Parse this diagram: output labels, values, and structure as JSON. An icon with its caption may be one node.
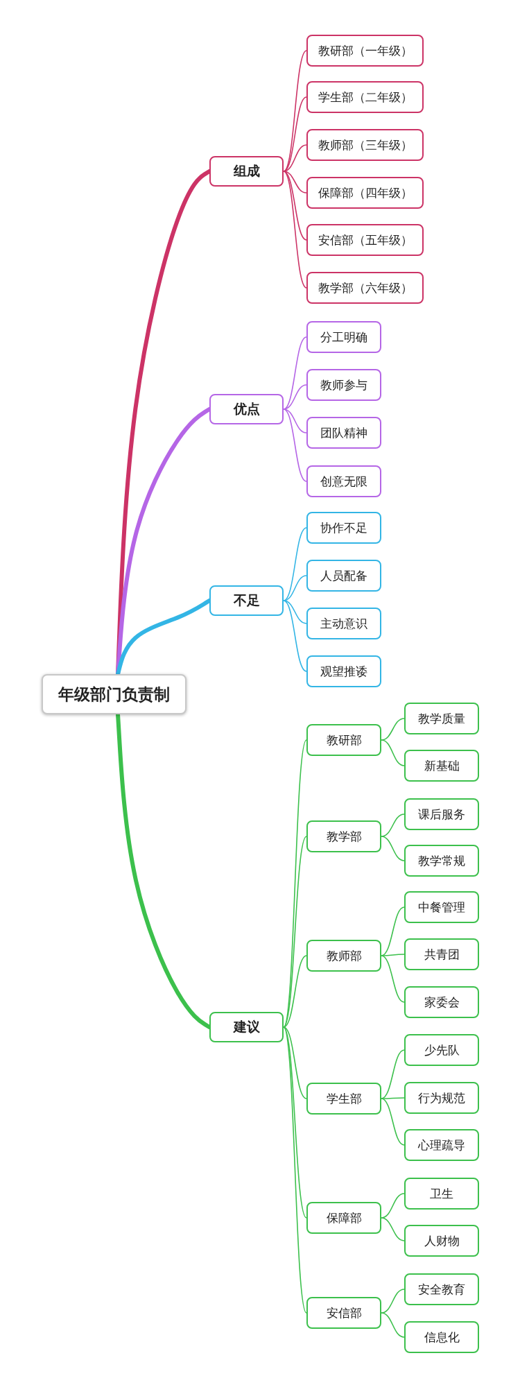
{
  "diagram": {
    "nodes": [
      {
        "text": [
          "年级部门负责制"
        ]
      },
      {
        "text": [
          "组成"
        ]
      },
      {
        "text": [
          "教研部（一年级）"
        ]
      },
      {
        "text": [
          "学生部（二年级）"
        ]
      },
      {
        "text": [
          "教师部（三年级）"
        ]
      },
      {
        "text": [
          "保障部（四年级）"
        ]
      },
      {
        "text": [
          "安信部（五年级）"
        ]
      },
      {
        "text": [
          "教学部（六年级）"
        ]
      },
      {
        "text": [
          "优点"
        ]
      },
      {
        "text": [
          "分工明确"
        ]
      },
      {
        "text": [
          "教师参与"
        ]
      },
      {
        "text": [
          "团队精神"
        ]
      },
      {
        "text": [
          "创意无限"
        ]
      },
      {
        "text": [
          "不足"
        ]
      },
      {
        "text": [
          "协作不足"
        ]
      },
      {
        "text": [
          "人员配备"
        ]
      },
      {
        "text": [
          "主动意识"
        ]
      },
      {
        "text": [
          "观望推诿"
        ]
      },
      {
        "text": [
          "建议"
        ]
      },
      {
        "text": [
          "教研部"
        ]
      },
      {
        "text": [
          "教学质量"
        ]
      },
      {
        "text": [
          "新基础"
        ]
      },
      {
        "text": [
          "教学部"
        ]
      },
      {
        "text": [
          "课后服务"
        ]
      },
      {
        "text": [
          "教学常规"
        ]
      },
      {
        "text": [
          "教师部"
        ]
      },
      {
        "text": [
          "中餐管理"
        ]
      },
      {
        "text": [
          "共青团"
        ]
      },
      {
        "text": [
          "家委会"
        ]
      },
      {
        "text": [
          "学生部"
        ]
      },
      {
        "text": [
          "少先队"
        ]
      },
      {
        "text": [
          "行为规范"
        ]
      },
      {
        "text": [
          "心理疏导"
        ]
      },
      {
        "text": [
          "保障部"
        ]
      },
      {
        "text": [
          "卫生"
        ]
      },
      {
        "text": [
          "人财物"
        ]
      },
      {
        "text": [
          "安信部"
        ]
      },
      {
        "text": [
          "安全教育"
        ]
      },
      {
        "text": [
          "信息化"
        ]
      }
    ],
    "edges": [
      {
        "from": 0,
        "to": 1,
        "arrow": "none",
        "style": "thick",
        "color": "#cc3366"
      },
      {
        "from": 1,
        "to": 2,
        "arrow": "none",
        "color": "#cc3366"
      },
      {
        "from": 1,
        "to": 3,
        "arrow": "none",
        "color": "#cc3366"
      },
      {
        "from": 1,
        "to": 4,
        "arrow": "none",
        "color": "#cc3366"
      },
      {
        "from": 1,
        "to": 5,
        "arrow": "none",
        "color": "#cc3366"
      },
      {
        "from": 1,
        "to": 6,
        "arrow": "none",
        "color": "#cc3366"
      },
      {
        "from": 1,
        "to": 7,
        "arrow": "none",
        "color": "#cc3366"
      },
      {
        "from": 0,
        "to": 8,
        "arrow": "none",
        "style": "thick",
        "color": "#b566e6"
      },
      {
        "from": 8,
        "to": 9,
        "arrow": "none",
        "color": "#b566e6"
      },
      {
        "from": 8,
        "to": 10,
        "arrow": "none",
        "color": "#b566e6"
      },
      {
        "from": 8,
        "to": 11,
        "arrow": "none",
        "color": "#b566e6"
      },
      {
        "from": 8,
        "to": 12,
        "arrow": "none",
        "color": "#b566e6"
      },
      {
        "from": 0,
        "to": 13,
        "arrow": "none",
        "style": "thick",
        "color": "#33b5e5"
      },
      {
        "from": 13,
        "to": 14,
        "arrow": "none",
        "color": "#33b5e5"
      },
      {
        "from": 13,
        "to": 15,
        "arrow": "none",
        "color": "#33b5e5"
      },
      {
        "from": 13,
        "to": 16,
        "arrow": "none",
        "color": "#33b5e5"
      },
      {
        "from": 13,
        "to": 17,
        "arrow": "none",
        "color": "#33b5e5"
      },
      {
        "from": 0,
        "to": 18,
        "arrow": "none",
        "style": "thick"
      },
      {
        "from": 18,
        "to": 19,
        "arrow": "none"
      },
      {
        "from": 19,
        "to": 20,
        "arrow": "none"
      },
      {
        "from": 19,
        "to": 21,
        "arrow": "none"
      },
      {
        "from": 18,
        "to": 22,
        "arrow": "none"
      },
      {
        "from": 22,
        "to": 23,
        "arrow": "none"
      },
      {
        "from": 22,
        "to": 24,
        "arrow": "none"
      },
      {
        "from": 18,
        "to": 25,
        "arrow": "none"
      },
      {
        "from": 25,
        "to": 26,
        "arrow": "none"
      },
      {
        "from": 25,
        "to": 27,
        "arrow": "none"
      },
      {
        "from": 25,
        "to": 28,
        "arrow": "none"
      },
      {
        "from": 18,
        "to": 29,
        "arrow": "none"
      },
      {
        "from": 29,
        "to": 30,
        "arrow": "none"
      },
      {
        "from": 29,
        "to": 31,
        "arrow": "none"
      },
      {
        "from": 29,
        "to": 32,
        "arrow": "none"
      },
      {
        "from": 18,
        "to": 33,
        "arrow": "none"
      },
      {
        "from": 33,
        "to": 34,
        "arrow": "none"
      },
      {
        "from": 33,
        "to": 35,
        "arrow": "none"
      },
      {
        "from": 18,
        "to": 36,
        "arrow": "none"
      },
      {
        "from": 36,
        "to": 37,
        "arrow": "none"
      },
      {
        "from": 36,
        "to": 38,
        "arrow": "none"
      }
    ]
  }
}
